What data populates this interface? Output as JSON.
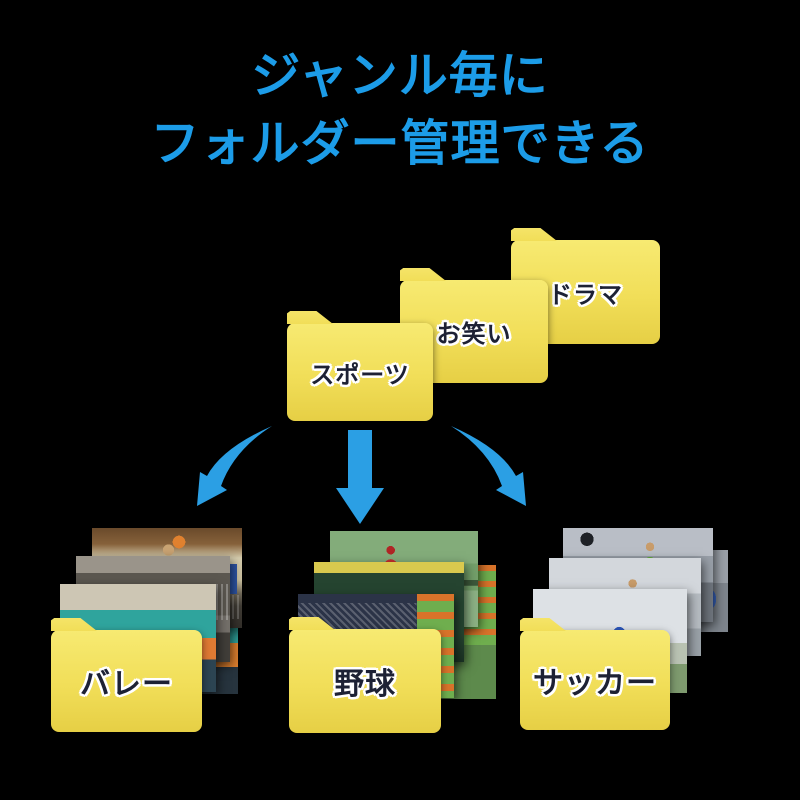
{
  "title": {
    "line1": "ジャンル毎に",
    "line2": "フォルダー管理できる"
  },
  "genre_folders": {
    "drama": {
      "label": "ドラマ"
    },
    "comedy": {
      "label": "お笑い"
    },
    "sports": {
      "label": "スポーツ"
    }
  },
  "category_folders": {
    "volleyball": {
      "label": "バレー"
    },
    "baseball": {
      "label": "野球"
    },
    "soccer": {
      "label": "サッカー"
    }
  },
  "icons": {
    "left_arrow": "curved-arrow-down-left",
    "middle_arrow": "straight-arrow-down",
    "right_arrow": "curved-arrow-down-right",
    "folder": "yellow-folder"
  },
  "photos": {
    "volleyball": [
      "volleyball-court-photo",
      "volleyball-player-photo",
      "volleyball-crowd-photo",
      "volleyball-bench-photo"
    ],
    "baseball": [
      "baseball-field-photo",
      "baseball-batter-photo",
      "baseball-slide-photo",
      "baseball-stadium-photo"
    ],
    "soccer": [
      "soccer-runner-side-photo",
      "soccer-goalkeeper-photo",
      "soccer-bicycle-kick-photo",
      "soccer-dribble-photo"
    ]
  },
  "colors": {
    "background": "#000000",
    "title_text": "#1c9ce8",
    "arrow": "#2b9fe4",
    "folder_yellow": "#f2de5c",
    "folder_label_text": "#1d2134",
    "folder_label_outline": "#ffffff"
  }
}
